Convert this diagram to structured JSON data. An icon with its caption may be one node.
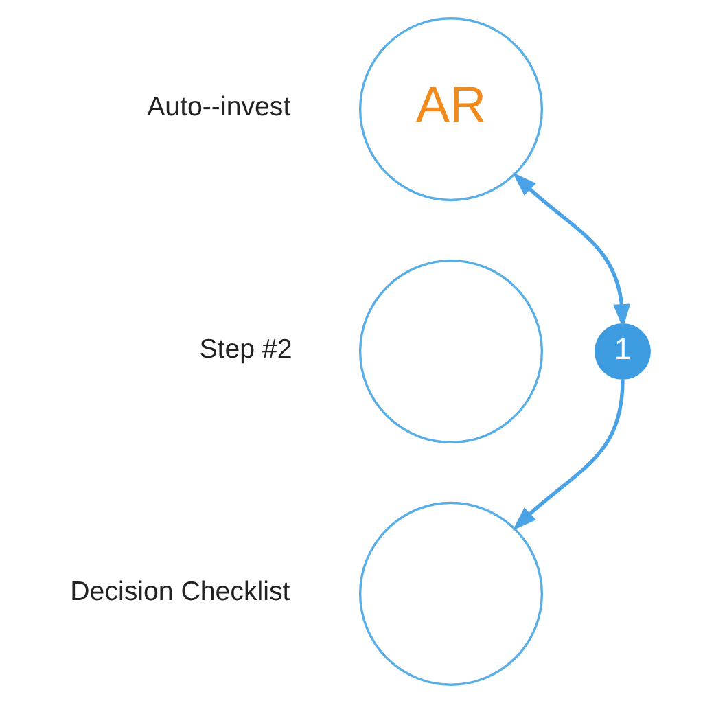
{
  "diagram": {
    "nodes": [
      {
        "text": [
          "AR"
        ],
        "beside": [
          "Auto--invest"
        ]
      },
      {
        "text": [],
        "shape": "circle",
        "beside": [
          "Step #2"
        ]
      },
      {
        "text": [],
        "shape": "circle",
        "beside": [
          "Decision Checklist"
        ]
      },
      {
        "text": [
          "1"
        ]
      }
    ],
    "edges": [
      {
        "from": 0,
        "to": 3,
        "arrow": "both"
      },
      {
        "from": 3,
        "to": 2,
        "arrow": "to"
      }
    ]
  }
}
